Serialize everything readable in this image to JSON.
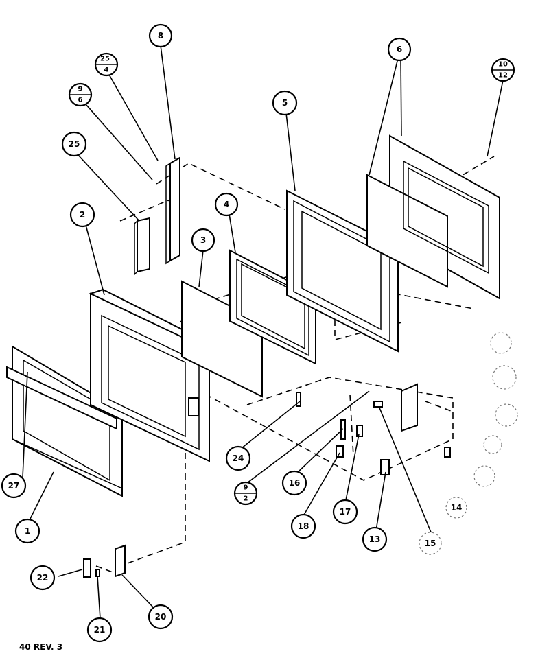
{
  "diagram": {
    "footer_label": "40 REV. 3",
    "callouts": [
      {
        "id": "c1",
        "label": "1"
      },
      {
        "id": "c2",
        "label": "2"
      },
      {
        "id": "c3",
        "label": "3"
      },
      {
        "id": "c4",
        "label": "4"
      },
      {
        "id": "c5",
        "label": "5"
      },
      {
        "id": "c6",
        "label": "6"
      },
      {
        "id": "c8",
        "label": "8"
      },
      {
        "id": "c25",
        "label": "25"
      },
      {
        "id": "c27",
        "label": "27"
      },
      {
        "id": "c24",
        "label": "24"
      },
      {
        "id": "c16",
        "label": "16"
      },
      {
        "id": "c17",
        "label": "17"
      },
      {
        "id": "c18",
        "label": "18"
      },
      {
        "id": "c13",
        "label": "13"
      },
      {
        "id": "c15",
        "label": "15"
      },
      {
        "id": "c14",
        "label": "14"
      },
      {
        "id": "c22",
        "label": "22"
      },
      {
        "id": "c21",
        "label": "21"
      },
      {
        "id": "c20",
        "label": "20"
      }
    ],
    "fraction_callouts": [
      {
        "id": "f25_4",
        "top": "25",
        "bottom": "4"
      },
      {
        "id": "f9_6",
        "top": "9",
        "bottom": "6"
      },
      {
        "id": "f10_12",
        "top": "10",
        "bottom": "12"
      },
      {
        "id": "f9_2",
        "top": "9",
        "bottom": "2"
      }
    ]
  }
}
